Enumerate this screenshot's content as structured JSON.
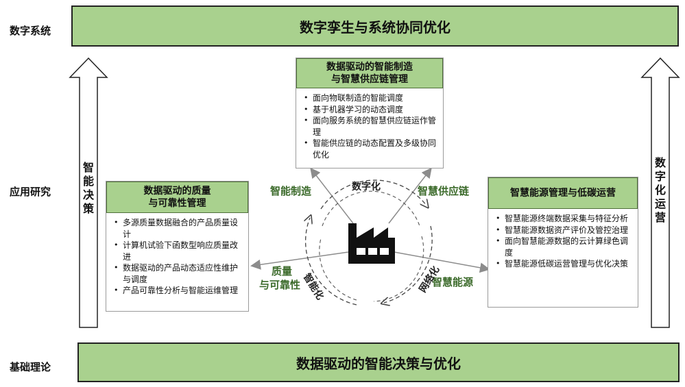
{
  "row_labels": {
    "top": "数字系统",
    "middle": "应用研究",
    "bottom": "基础理论"
  },
  "top_bar": "数字孪生与系统协同优化",
  "bottom_bar": "数据驱动的智能决策与优化",
  "left_arrow_text": [
    "智",
    "能",
    "决",
    "策"
  ],
  "right_arrow_text": [
    "数",
    "字",
    "化",
    "运",
    "营"
  ],
  "panels": {
    "top": {
      "title_lines": [
        "数据驱动的智能制造",
        "与智慧供应链管理"
      ],
      "items": [
        "面向物联制造的智能调度",
        "基于机器学习的动态调度",
        "面向服务系统的智慧供应链运作管理",
        "智能供应链的动态配置及多级协同优化"
      ]
    },
    "left": {
      "title_lines": [
        "数据驱动的质量",
        "与可靠性管理"
      ],
      "items": [
        "多源质量数据融合的产品质量设计",
        "计算机试验下函数型响应质量改进",
        "数据驱动的产品动态适应性维护与调度",
        "产品可靠性分析与智能运维管理"
      ]
    },
    "right": {
      "title_lines": [
        "智慧能源管理与低碳运营"
      ],
      "items": [
        "智慧能源终端数据采集与特征分析",
        "智慧能源数据资产评价及管控治理",
        "面向智慧能源数据的云计算绿色调度",
        "智慧能源低碳运营管理与优化决策"
      ]
    }
  },
  "cycle_labels": {
    "manufacturing": "智能制造",
    "supply_chain": "智慧供应链",
    "quality_line1": "质量",
    "quality_line2": "与可靠性",
    "energy": "智慧能源"
  },
  "ring_labels": {
    "top": "数字化",
    "left": "智能化",
    "right": "网络化"
  },
  "icon": "factory-icon",
  "colors": {
    "green_fill": "#a9d18e",
    "label_green": "#3b6a2a"
  }
}
